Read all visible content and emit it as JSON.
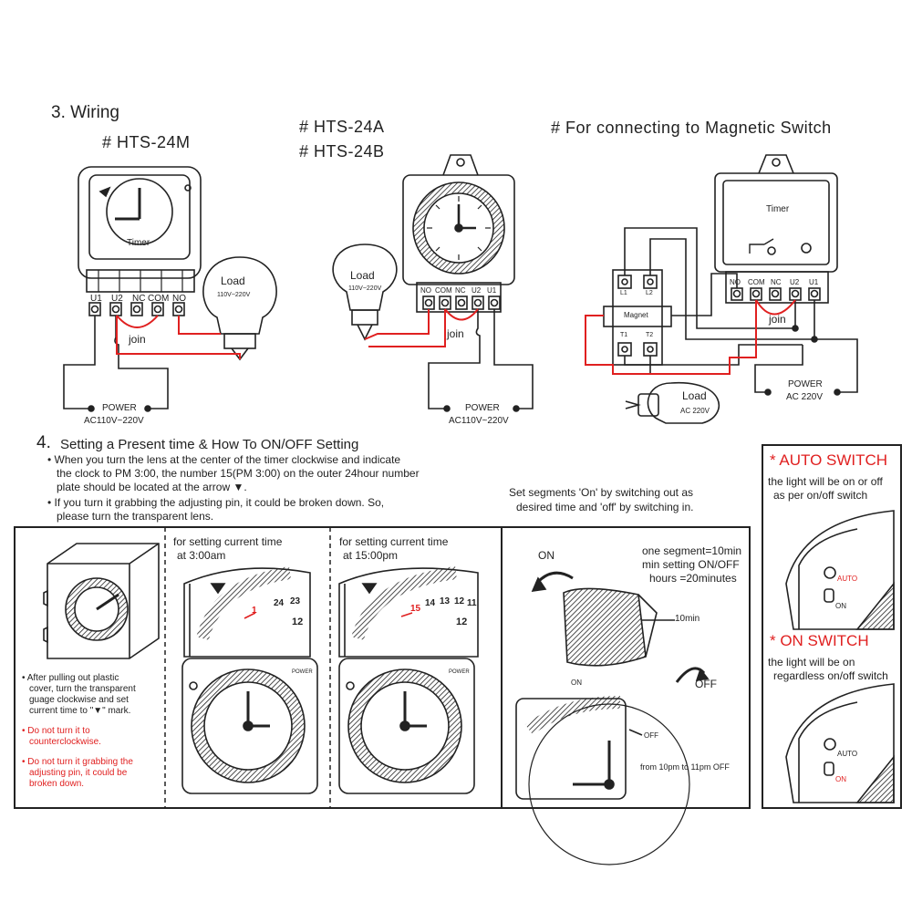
{
  "wiring": {
    "heading": "3.  Wiring",
    "m24": {
      "title": "# HTS-24M",
      "timer_label": "Timer",
      "terminals": [
        "U1",
        "U2",
        "NC",
        "COM",
        "NO"
      ],
      "load": "Load",
      "load_spec": "110V~220V",
      "join": "join",
      "power": "POWER",
      "power_spec": "AC110V~220V"
    },
    "m24ab": {
      "title_a": "# HTS-24A",
      "title_b": "# HTS-24B",
      "terminals": [
        "NO",
        "COM",
        "NC",
        "U2",
        "U1"
      ],
      "load": "Load",
      "load_spec": "110V~220V",
      "join": "join",
      "power": "POWER",
      "power_spec": "AC110V~220V"
    },
    "magnetic": {
      "title": "#  For connecting to Magnetic Switch",
      "timer_label": "Timer",
      "terminals": [
        "NO",
        "COM",
        "NC",
        "U2",
        "U1"
      ],
      "magnet_label": "Magnet",
      "contactor_top": [
        "L1",
        "L2"
      ],
      "contactor_bottom": [
        "T1",
        "T2"
      ],
      "join": "join",
      "load": "Load",
      "load_spec": "AC 220V",
      "power": "POWER",
      "power_spec": "AC 220V"
    }
  },
  "setting": {
    "heading_num": "4.",
    "heading": "Setting a Present time & How To ON/OFF Setting",
    "bullet1a": "• When you turn the lens at the center of the timer clockwise and indicate",
    "bullet1b": "the clock to PM 3:00, the number 15(PM 3:00) on the outer 24hour number",
    "bullet1c": "plate should be located at the arrow ▼.",
    "bullet2a": "• If you turn it grabbing the adjusting pin, it could be broken down. So,",
    "bullet2b": "please turn the transparent lens.",
    "segments_a": "Set segments 'On' by switching out as",
    "segments_b": "desired time and 'off' by switching in."
  },
  "panel1": {
    "note1": [
      "• After pulling out plastic",
      "cover, turn the transparent",
      "guage clockwise and set",
      "current time to \"▼\" mark."
    ],
    "note2": [
      "• Do not turn it to",
      "counterclockwise."
    ],
    "note3": [
      "• Do not turn it grabbing the",
      "adjusting pin, it could be",
      "broken down."
    ]
  },
  "panel2": {
    "title_a": "for setting current time",
    "title_b": "at 3:00am",
    "dial_numbers": [
      "1",
      "24",
      "23",
      "12"
    ],
    "power_tag": "POWER"
  },
  "panel3": {
    "title_a": "for setting current time",
    "title_b": "at 15:00pm",
    "dial_numbers": [
      "15",
      "14",
      "13",
      "12",
      "11",
      "12"
    ],
    "power_tag": "POWER"
  },
  "panel4": {
    "on": "ON",
    "off": "OFF",
    "seg_a": "one segment=10min",
    "seg_b": "min setting ON/OFF",
    "seg_c": "hours =20minutes",
    "tenmin": "10min",
    "on_small": "ON",
    "off_small": "OFF",
    "range": "from 10pm to 11pm OFF"
  },
  "panel5": {
    "auto_title": "* AUTO SWITCH",
    "auto_desc_a": "the light will be on or off",
    "auto_desc_b": "as per on/off switch",
    "auto_label": "AUTO",
    "on_label": "ON",
    "on_title": "* ON SWITCH",
    "on_desc_a": "the light will be on",
    "on_desc_b": "regardless on/off switch",
    "auto_label2": "AUTO",
    "on_label2": "ON"
  },
  "colors": {
    "accent_red": "#e02020",
    "line": "#222222"
  }
}
